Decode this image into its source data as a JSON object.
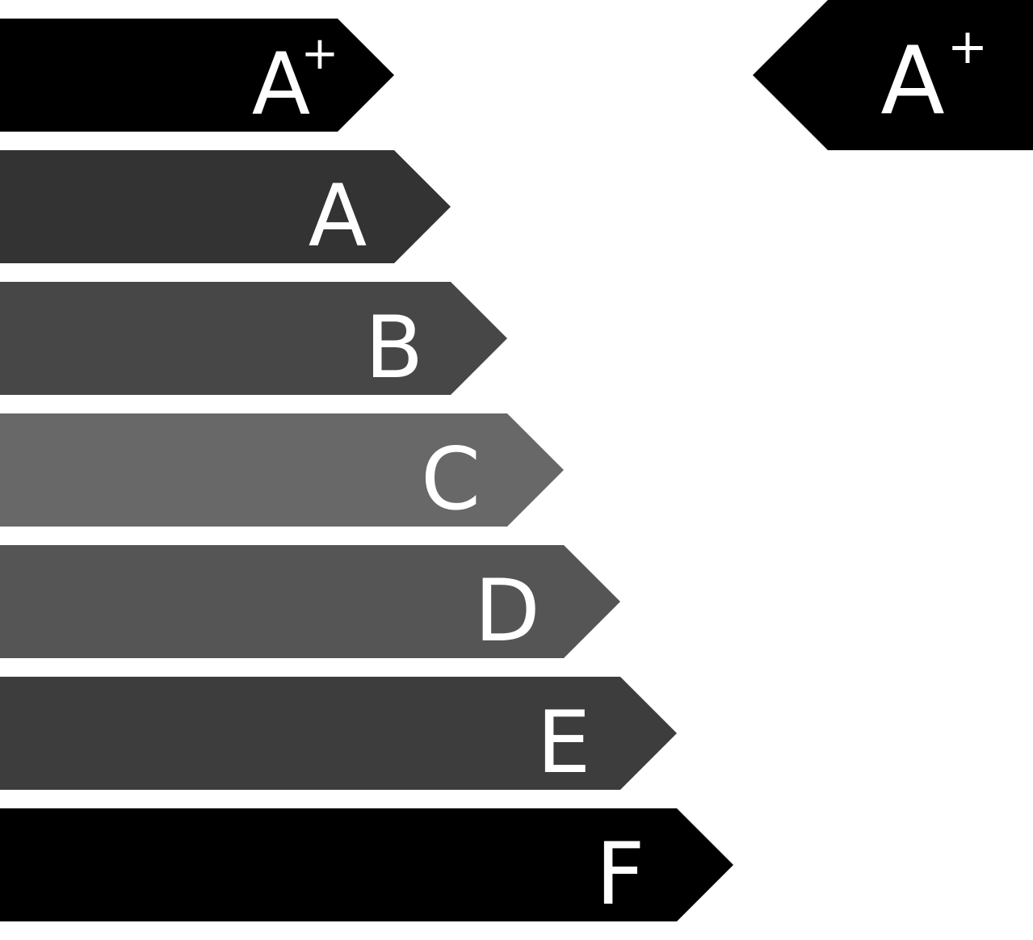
{
  "energy_label": {
    "bands": [
      {
        "letter": "A",
        "sup": "+",
        "color": "#000000"
      },
      {
        "letter": "A",
        "sup": "",
        "color": "#333333"
      },
      {
        "letter": "B",
        "sup": "",
        "color": "#474747"
      },
      {
        "letter": "C",
        "sup": "",
        "color": "#686868"
      },
      {
        "letter": "D",
        "sup": "",
        "color": "#555555"
      },
      {
        "letter": "E",
        "sup": "",
        "color": "#3d3d3d"
      },
      {
        "letter": "F",
        "sup": "",
        "color": "#000000"
      }
    ],
    "rating": {
      "letter": "A",
      "sup": "+",
      "color": "#000000"
    },
    "text_color": "#ffffff"
  }
}
